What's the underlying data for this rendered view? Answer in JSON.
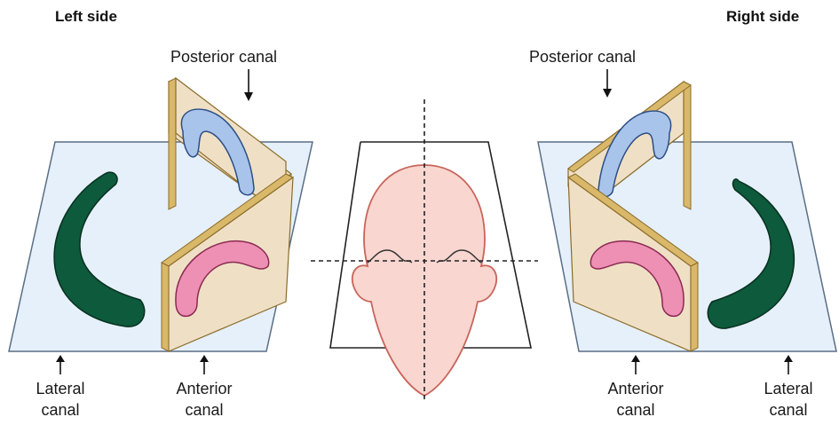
{
  "labels": {
    "left_side": "Left side",
    "right_side": "Right side",
    "posterior_left": "Posterior canal",
    "posterior_right": "Posterior canal",
    "anterior_left_1": "Anterior",
    "anterior_left_2": "canal",
    "anterior_right_1": "Anterior",
    "anterior_right_2": "canal",
    "lateral_left_1": "Lateral",
    "lateral_left_2": "canal",
    "lateral_right_1": "Lateral",
    "lateral_right_2": "canal"
  },
  "colors": {
    "plane_fill": "#e6f0fa",
    "panel_fill": "#efe0c5",
    "panel_edge": "#d9b86a",
    "posterior_canal": "#a9c4ea",
    "anterior_canal": "#ee8fb4",
    "lateral_canal": "#0d5a3c",
    "face_fill": "#f9d6d0",
    "face_stroke": "#c8645a"
  }
}
